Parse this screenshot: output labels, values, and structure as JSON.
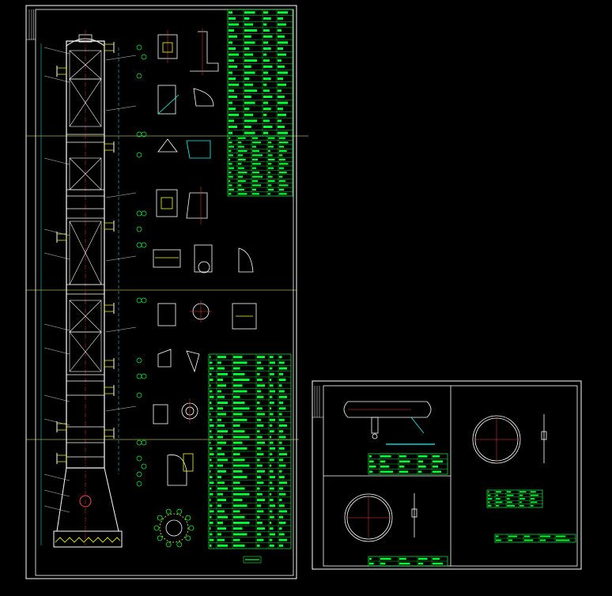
{
  "colors": {
    "background": "#000000",
    "frame": "#ffffff",
    "table": "#00ff33",
    "crosshair": "#ffff66",
    "dimension": "#00ffff",
    "centerline": "#ff3333",
    "nozzle": "#ffff00"
  },
  "drawing": {
    "main_sheet": {
      "label_rows": 11,
      "parts_list_rows": 34,
      "column_sections": 6
    },
    "secondary_sheet": {
      "views": 3,
      "table_rows": 5
    }
  }
}
